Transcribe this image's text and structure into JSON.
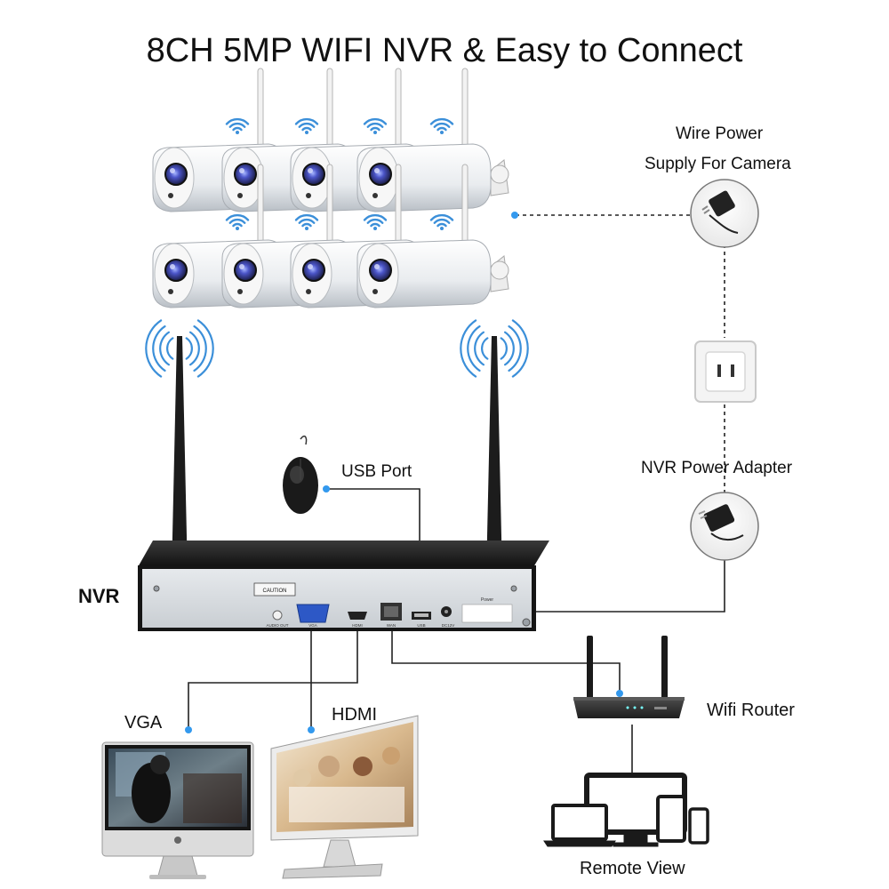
{
  "title": "8CH 5MP WIFI NVR & Easy to Connect",
  "labels": {
    "wire_power_line1": "Wire Power",
    "wire_power_line2": "Supply For Camera",
    "usb_port": "USB Port",
    "nvr_power_adapter": "NVR Power Adapter",
    "nvr": "NVR",
    "vga": "VGA",
    "hdmi": "HDMI",
    "wifi_router": "Wifi Router",
    "remote_view": "Remote View"
  },
  "nvr_panel": {
    "caution": "CAUTION",
    "audio_out": "AUDIO OUT",
    "vga_port": "VGA",
    "hdmi_port": "HDMI",
    "wan_port": "WAN",
    "usb_port": "USB",
    "dc_port": "DC12V",
    "power": "Power"
  },
  "cameras": {
    "count": 8
  },
  "colors": {
    "line": "#222222",
    "dot": "#3399ee",
    "wifi": "#3b8fd9",
    "nvr_body": "#dfe3e6",
    "antenna": "#1c1c1c"
  }
}
